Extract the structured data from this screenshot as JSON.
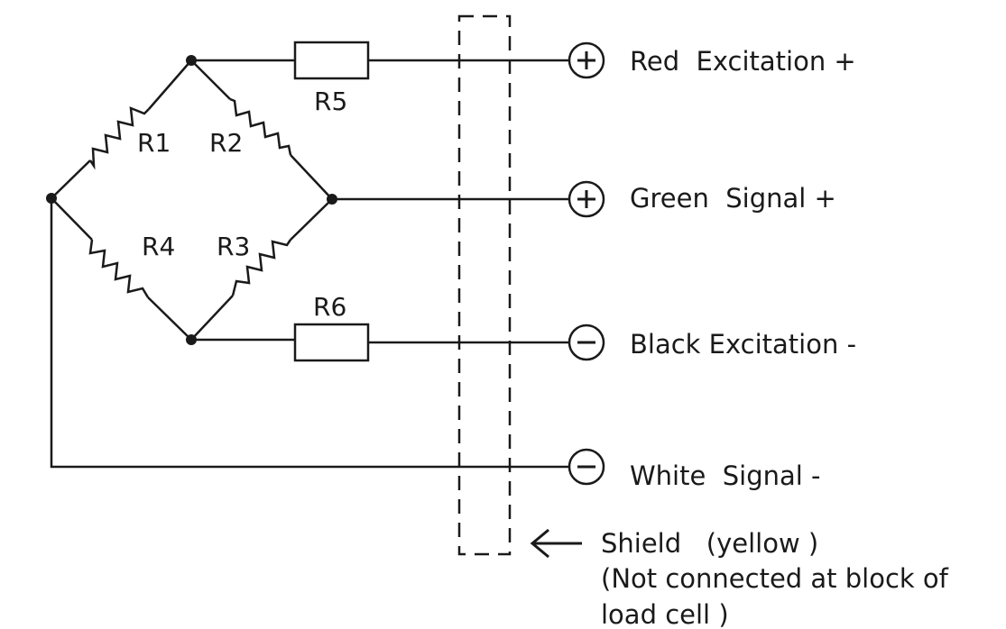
{
  "resistors": {
    "r1": "R1",
    "r2": "R2",
    "r3": "R3",
    "r4": "R4",
    "r5": "R5",
    "r6": "R6"
  },
  "terminals": [
    {
      "symbol": "plus-icon",
      "label": "Red  Excitation +"
    },
    {
      "symbol": "plus-icon",
      "label": "Green  Signal +"
    },
    {
      "symbol": "minus-icon",
      "label": "Black Excitation -"
    },
    {
      "symbol": "minus-icon",
      "label": "White  Signal -"
    }
  ],
  "shield": {
    "line1": "Shield   (yellow )",
    "line2": "(Not connected at block of",
    "line3": "load cell )"
  }
}
